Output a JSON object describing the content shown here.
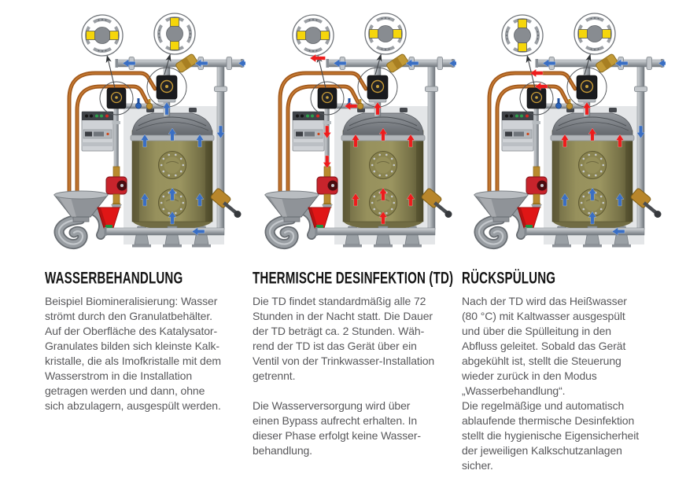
{
  "page": {
    "background": "#ffffff"
  },
  "colors": {
    "cold_flow": "#3a6fc4",
    "hot_flow": "#ee1c1c",
    "copper_pipe": "#a2591c",
    "copper_highlight": "#c97d34",
    "steel_pipe": "#a9aeb3",
    "tank_body": "#97915d",
    "valve_indicator": "#f6d60a",
    "pump_body": "#c8242c",
    "drain_gray": "#8f9398",
    "tundish_red": "#e01616",
    "title_text": "#141414",
    "body_text": "#58585b"
  },
  "panels": [
    {
      "id": "wasserbehandlung",
      "title": "WASSERBEHANDLUNG",
      "body": "Beispiel Biomineralisierung: Wasser\nströmt durch den Granulatbehälter.\nAuf der Oberfläche des Katalysator-\nGranulates bilden sich kleinste Kalk-\nkristalle, die als Imofkristalle mit dem\nWasserstrom in die Installation\ngetragen werden und dann, ohne\nsich abzulagern, ausgespült werden.",
      "diagram": {
        "valve_left_position": "horizontal",
        "valve_right_position": "vertical",
        "arrows": {
          "top_pipe": "cold",
          "right_pipe_down": "cold",
          "center_pipe_up": "cold",
          "tank_top": "cold",
          "tank_bottom": "cold",
          "bottom_pipe_left": "cold"
        }
      }
    },
    {
      "id": "thermische-desinfektion",
      "title": "THERMISCHE DESINFEKTION (TD)",
      "body": "Die TD findet standardmäßig alle 72\nStunden in der Nacht statt. Die Dauer\nder TD beträgt ca. 2 Stunden. Wäh-\nrend der TD ist das Gerät über ein\nVentil von der Trinkwasser-Installation\ngetrennt.\n\nDie Wasserversorgung wird über\neinen Bypass aufrecht erhalten. In\ndieser Phase erfolgt keine Wasser-\nbehandlung.",
      "diagram": {
        "valve_left_position": "horizontal",
        "valve_right_position": "horizontal",
        "arrows": {
          "top_pipe": "cold",
          "center_pipe_up": "hot",
          "tank_top": "hot",
          "tank_bottom": "hot",
          "left_pipe_down": "hot",
          "stub_left": "hot",
          "top_left": "hot"
        }
      }
    },
    {
      "id": "rueckspuelung",
      "title": "RÜCKSPÜLUNG",
      "body": "Nach der TD wird das Heißwasser\n(80 °C) mit Kaltwasser ausgespült\nund über die Spülleitung in den\nAbfluss geleitet. Sobald das Gerät\nabgekühlt ist, stellt die Steuerung\nwieder zurück in den Modus\n„Wasserbehandlung“.\nDie regelmäßige und automatisch\nablaufende thermische Desinfektion\nstellt die hygienische Eigensicherheit\nder jeweiligen Kalkschutzanlagen\nsicher.",
      "diagram": {
        "valve_left_position": "vertical",
        "valve_right_position": "horizontal",
        "arrows": {
          "top_pipe": "cold",
          "right_pipe_down": "cold",
          "center_pipe_up": "hot",
          "tank_top": "hot",
          "tank_bottom": "cold",
          "bottom_pipe_left": "cold",
          "copper_left": "hot"
        }
      }
    }
  ]
}
